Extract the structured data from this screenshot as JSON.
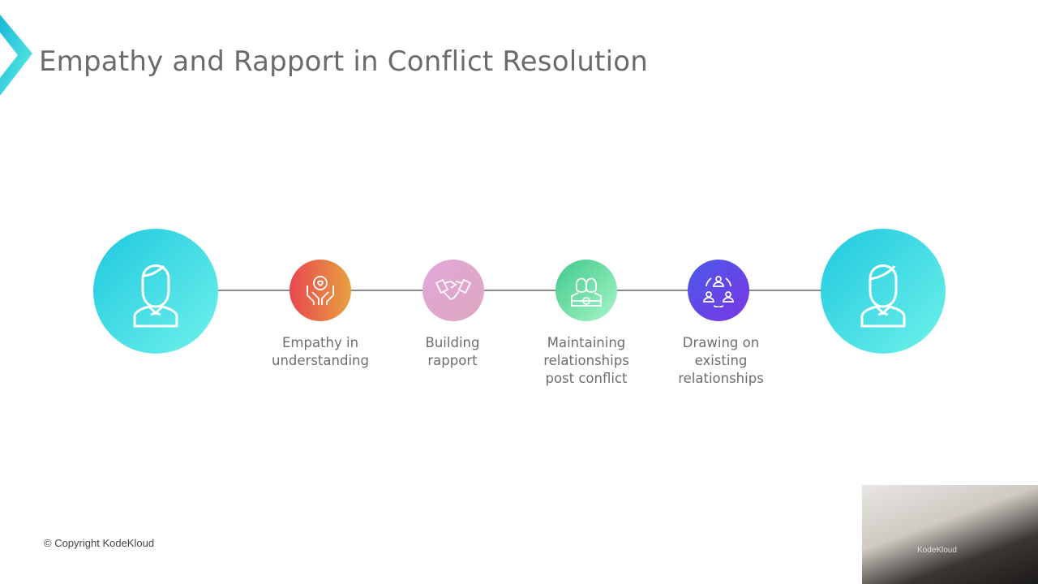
{
  "title": "Empathy and Rapport in Conflict Resolution",
  "steps": [
    {
      "label_line1": "Empathy in",
      "label_line2": "understanding",
      "label_line3": "",
      "icon": "hands-heart-icon",
      "color_from": "#e8474f",
      "color_to": "#e8a040"
    },
    {
      "label_line1": "Building",
      "label_line2": "rapport",
      "label_line3": "",
      "icon": "handshake-icon",
      "color_from": "#e0a8d8",
      "color_to": "#dfa6c0"
    },
    {
      "label_line1": "Maintaining",
      "label_line2": "relationships",
      "label_line3": "post conflict",
      "icon": "team-gear-icon",
      "color_from": "#3fc98a",
      "color_to": "#a8f5c8"
    },
    {
      "label_line1": "Drawing on",
      "label_line2": "existing",
      "label_line3": "relationships",
      "icon": "people-cycle-icon",
      "color_from": "#4a5ae8",
      "color_to": "#7a36e6"
    }
  ],
  "footer": {
    "copyright": "© Copyright KodeKloud"
  },
  "webcam": {
    "shirt_text": "KodeKloud"
  }
}
